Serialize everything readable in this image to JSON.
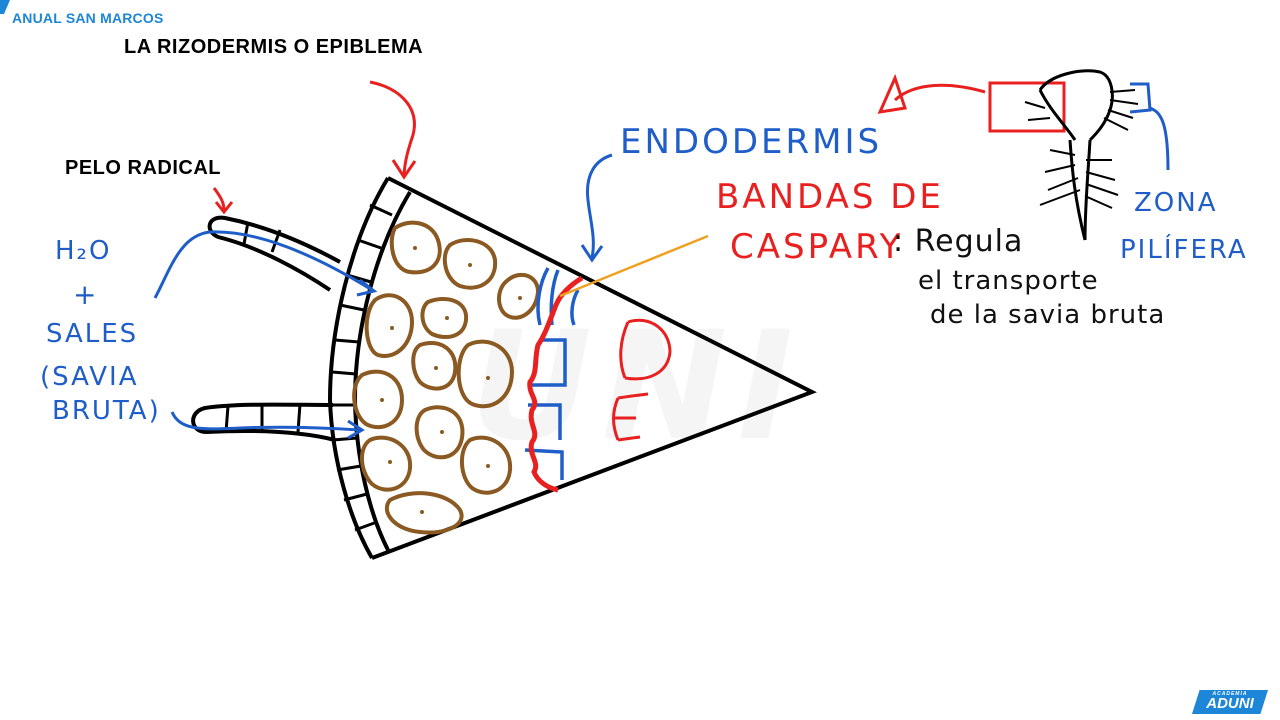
{
  "header": {
    "course": "ANUAL SAN MARCOS"
  },
  "labels": {
    "rizodermis": "LA RIZODERMIS O EPIBLEMA",
    "pelo_radical": "PELO RADICAL",
    "endodermis": "ENDODERMIS",
    "bandas_line1": "BANDAS DE",
    "bandas_line2": "CASPARY",
    "regula_line1": ": Regula",
    "regula_line2": "el transporte",
    "regula_line3": "de la savia bruta",
    "h2o": "H₂O",
    "plus": "+",
    "sales": "SALES",
    "savia_line1": "(SAVIA",
    "savia_line2": "BRUTA)",
    "zona": "ZONA",
    "pilifera": "PILÍFERA"
  },
  "watermark": "UNI",
  "logo": {
    "top": "ACADEMIA",
    "name": "ADUNI"
  },
  "colors": {
    "accent": "#1d86d6",
    "blue_ink": "#1f5dc8",
    "red_ink": "#e82020",
    "brown": "#8b5a22",
    "orange": "#f0a020"
  },
  "icons": [
    "root-diagram-icon",
    "root-tip-icon"
  ]
}
